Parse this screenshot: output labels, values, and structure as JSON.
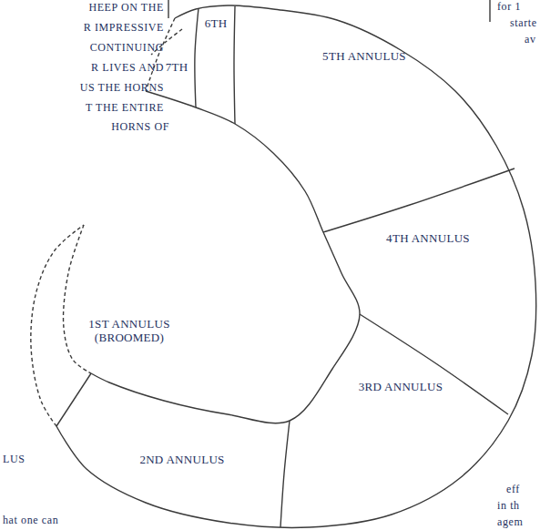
{
  "diagram": {
    "labels": [
      "HEEP ON THE",
      "R IMPRESSIVE",
      "CONTINUING",
      "R LIVES AND",
      "US THE HORNS",
      "T THE ENTIRE",
      "HORNS OF",
      "for 1",
      "starte",
      "av",
      "6TH",
      "7TH",
      "5TH ANNULUS",
      "4TH ANNULUS",
      "1ST ANNULUS (BROOMED)",
      "3RD ANNULUS",
      "2ND ANNULUS",
      "LUS",
      "hat one can",
      "eff",
      "in th",
      "agem"
    ]
  }
}
